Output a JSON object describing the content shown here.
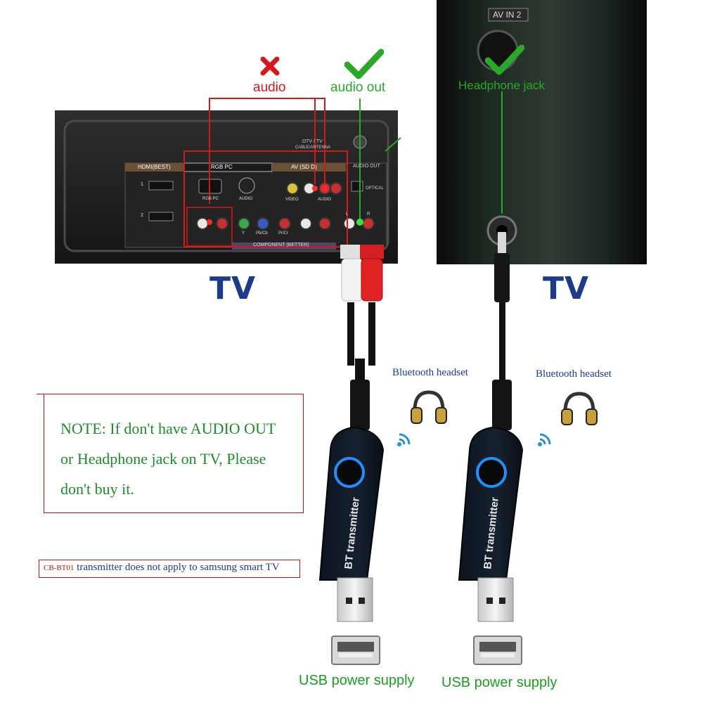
{
  "back_panel": {
    "headers": {
      "hdmi": "HDMI(BEST)",
      "rgb_pc": "RGB PC",
      "av": "AV (SD D)",
      "audio_out": "AUDIO OUT",
      "dtv": "DTV / TV",
      "cable": "CABLE/ANTENNA",
      "optical": "OPTICAL",
      "component": "COMPONENT (BETTER)"
    },
    "port_labels": {
      "hdmi1": "1",
      "hdmi2": "2",
      "rgb_pc": "RGB PC",
      "audio": "AUDIO",
      "video": "VIDEO",
      "av_audio": "AUDIO",
      "y": "Y",
      "pb": "Pb/Cb",
      "pr": "Pr/Cr",
      "l": "L",
      "r": "R"
    }
  },
  "callouts": {
    "bad_audio": "audio",
    "good_audio_out": "audio out",
    "av_in2": "AV IN 2",
    "headphone_jack": "Headphone jack"
  },
  "tv_left": "TV",
  "tv_right": "TV",
  "bt_headset_left": "Bluetooth headset",
  "bt_headset_right": "Bluetooth headset",
  "dongle_left_label": "BT transmitter",
  "dongle_right_label": "BT transmitter",
  "note": {
    "line1": "NOTE: If don't have AUDIO OUT",
    "line2": "or Headphone jack on TV, Please",
    "line3": "don't buy it."
  },
  "warning": {
    "prefix": "CB-BT01",
    "text": " transmitter does not apply to samsung smart TV"
  },
  "usb_left": "USB power supply",
  "usb_right": "USB power supply",
  "colors": {
    "wrong": "#d11a1a",
    "right": "#2aa82a",
    "tv_blue": "#1e3a8a",
    "note_green": "#1d8c2a",
    "border_red": "#b01818"
  },
  "icons": [
    "x-mark-icon",
    "check-mark-icon",
    "headphones-icon",
    "wifi-signal-icon",
    "usb-port-icon"
  ]
}
